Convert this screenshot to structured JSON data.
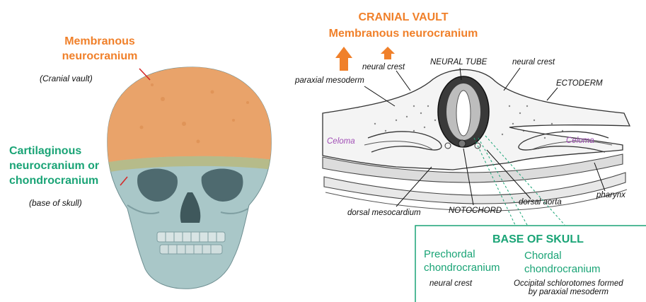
{
  "left": {
    "membranous_title_line1": "Membranous",
    "membranous_title_line2": "neurocranium",
    "cranial_vault": "(Cranial vault)",
    "cartilaginous_line1": "Cartilaginous",
    "cartilaginous_line2": "neurocranium or",
    "cartilaginous_line3": "chondrocranium",
    "base_of_skull": "(base of skull)"
  },
  "right": {
    "cranial_vault_title": "CRANIAL VAULT",
    "membranous_subtitle": "Membranous neurocranium",
    "labels": {
      "paraxial_mesoderm": "paraxial mesoderm",
      "neural_crest_left": "neural crest",
      "neural_tube": "NEURAL TUBE",
      "neural_crest_right": "neural crest",
      "ectoderm": "ECTODERM",
      "celoma_left": "Celoma",
      "celoma_right": "Celoma",
      "pharynx": "pharynx",
      "dorsal_aorta": "dorsal aorta",
      "notochord": "NOTOCHORD",
      "dorsal_mesocardium": "dorsal mesocardium"
    },
    "base_box": {
      "title": "BASE OF SKULL",
      "prechordal_line1": "Prechordal",
      "prechordal_line2": "chondrocranium",
      "chordal_line1": "Chordal",
      "chordal_line2": "chondrocranium",
      "neural_crest": "neural crest",
      "occipital_line1": "Occipital schlorotomes formed",
      "occipital_line2": "by paraxial mesoderm"
    }
  },
  "colors": {
    "orange": "#f0802a",
    "green": "#1aa476",
    "purple": "#a04db5",
    "skull_vault": "#e9a36a",
    "skull_base": "#a9c7c8"
  }
}
